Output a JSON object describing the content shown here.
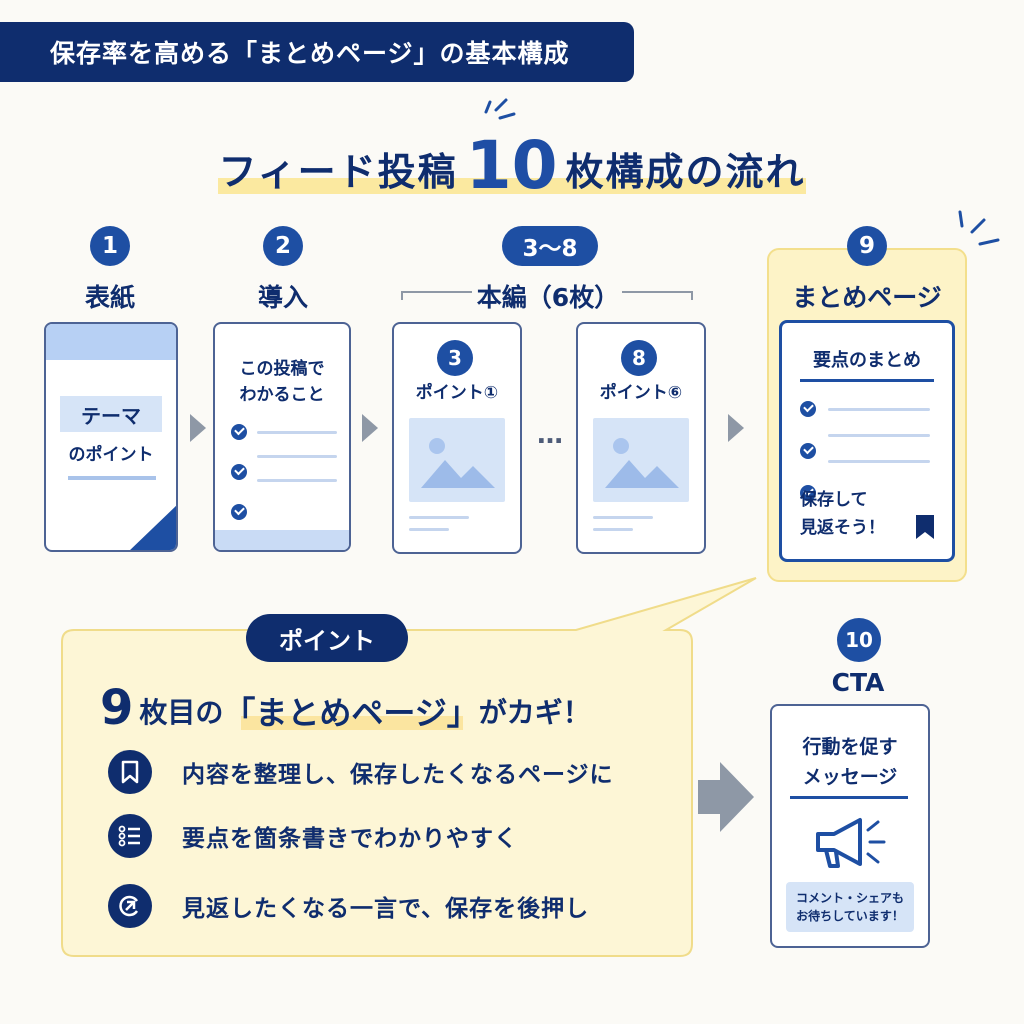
{
  "header": {
    "badge": "保存率を高める「まとめページ」の基本構成"
  },
  "title": {
    "prefix": "フィード投稿",
    "number": "10",
    "suffix": "枚構成の流れ"
  },
  "steps": {
    "s1": {
      "num": "1",
      "label": "表紙",
      "theme": "テーマ",
      "sub": "のポイント"
    },
    "s2": {
      "num": "2",
      "label": "導入",
      "line1": "この投稿で",
      "line2": "わかること"
    },
    "group": {
      "num": "3〜8",
      "label": "本編（6枚）"
    },
    "s3": {
      "num": "3",
      "title": "ポイント①"
    },
    "ellipsis": "…",
    "s8": {
      "num": "8",
      "title": "ポイント⑥"
    },
    "s9": {
      "num": "9",
      "label": "まとめページ",
      "heading": "要点のまとめ",
      "save1": "保存して",
      "save2": "見返そう！"
    },
    "s10": {
      "num": "10",
      "label": "CTA",
      "line1": "行動を促す",
      "line2": "メッセージ",
      "note1": "コメント・シェアも",
      "note2": "お待ちしています！"
    }
  },
  "point": {
    "badge": "ポイント",
    "headline_num": "9",
    "headline_a": "枚目の",
    "headline_q": "「まとめページ」",
    "headline_b": "がカギ！",
    "bullets": [
      {
        "icon": "bookmark-icon",
        "text": "内容を整理し、保存したくなるページに"
      },
      {
        "icon": "checklist-icon",
        "text": "要点を箇条書きでわかりやすく"
      },
      {
        "icon": "arrow-return-icon",
        "text": "見返したくなる一言で、保存を後押し"
      }
    ]
  },
  "colors": {
    "navy": "#0f2d6e",
    "blue": "#1e4fa3",
    "highlight": "#fbe9a0",
    "callout_bg": "#fdf6d6",
    "card_border": "#4d6394"
  }
}
